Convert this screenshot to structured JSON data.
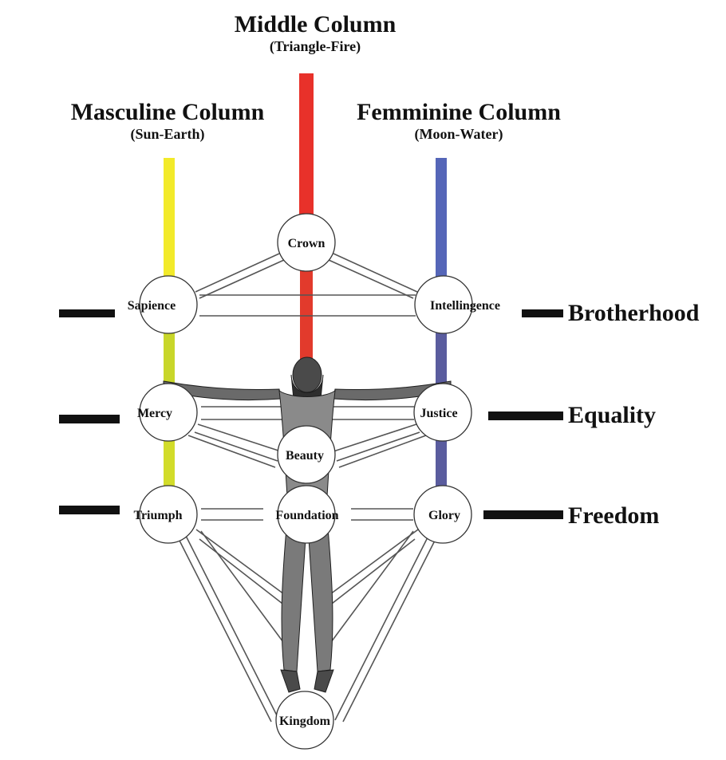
{
  "headings": {
    "middle": {
      "title": "Middle Column",
      "subtitle": "(Triangle-Fire)"
    },
    "masculine": {
      "title": "Masculine Column",
      "subtitle": "(Sun-Earth)"
    },
    "feminine": {
      "title": "Femminine Column",
      "subtitle": "(Moon-Water)"
    }
  },
  "side_labels": {
    "brotherhood": "Brotherhood",
    "equality": "Equality",
    "freedom": "Freedom"
  },
  "nodes": {
    "crown": "Crown",
    "sapience": "Sapience",
    "intellingence": "Intellingence",
    "mercy": "Mercy",
    "justice": "Justice",
    "beauty": "Beauty",
    "triumph": "Triumph",
    "foundation": "Foundation",
    "glory": "Glory",
    "kingdom": "Kingdom"
  },
  "colors": {
    "middle_column": "#e8312a",
    "masculine_column": "#f2ea2a",
    "masculine_lower": "#c8d62a",
    "feminine_column": "#5566b8",
    "feminine_lower": "#5a5c9e",
    "bar": "#111111",
    "figure": "#3a3a3a"
  },
  "central_figure": "figure-illustration"
}
